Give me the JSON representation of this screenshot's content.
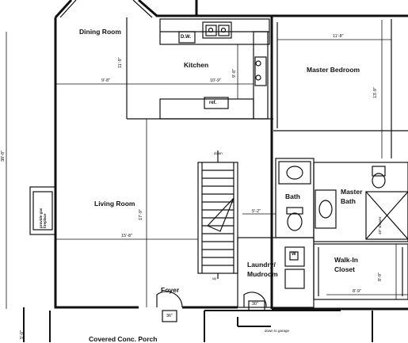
{
  "rooms": {
    "dining": "Dining Room",
    "kitchen": "Kitchen",
    "master_bedroom": "Master Bedroom",
    "living": "Living Room",
    "bath": "Bath",
    "master_bath": "Master Bath",
    "laundry": "Laundry/ Mudroom",
    "walkin": "Walk-In Closet",
    "foyer": "Foyer",
    "porch": "Covered Conc. Porch"
  },
  "dimensions": {
    "dining_width": "9'-8\"",
    "kitchen_width": "10'-9\"",
    "kitchen_depth": "9'-8\"",
    "dining_depth": "11'-9\"",
    "master_width": "11'-8\"",
    "master_depth": "13'-9\"",
    "living_width": "15'-8\"",
    "living_depth": "17'-9\"",
    "bath_width": "5'-2\"",
    "closet_width": "8'-9\"",
    "closet_depth": "8'-9\"",
    "overall_depth": "38'-8\"",
    "porch_depth": "5'-0\"",
    "shower": "48\" shower"
  },
  "fixtures": {
    "dishwasher": "D.W.",
    "refrigerator": "ref.",
    "fireplace": "provide gas fireplace",
    "stairs_down": "down",
    "stairs_up": "up",
    "door_foyer": "36\"",
    "door_laundry": "30\"",
    "to_garage": "down to garage",
    "washer": "W"
  }
}
